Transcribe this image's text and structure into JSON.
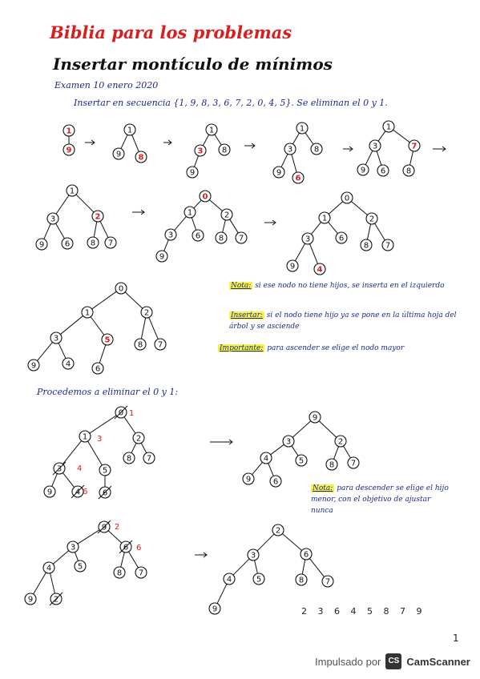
{
  "title": "Biblia para los problemas",
  "subtitle": "Insertar montículo de mínimos",
  "exam_date": "Examen 10 enero 2020",
  "sequence_text": "Insertar en secuencia {1, 9, 8, 3, 6, 7, 2, 0, 4, 5}. Se eliminan el 0 y 1.",
  "proceed_text": "Procedemos a eliminar el 0 y 1:",
  "notes": {
    "nota1_label": "Nota:",
    "nota1_text": "si ese nodo no tiene hijos, se inserta en el izquierdo",
    "insertar_label": "Insertar:",
    "insertar_text": "si el nodo tiene hijo ya se pone en la última hoja del árbol y se asciende",
    "importante_label": "Importante:",
    "importante_text": "para ascender se elige el nodo mayor",
    "nota2_label": "Nota:",
    "nota2_text": "para descender se elige el hijo menor, con el objetivo de ajustar nunca"
  },
  "final_order": "2 3 6 4 5 8 7 9",
  "page_number": "1",
  "footer": {
    "powered_by": "Impulsado por",
    "logo_letters": "CS",
    "brand": "CamScanner"
  },
  "colors": {
    "ink_blue": "#1a2a8a",
    "ink_red": "#d81e1e",
    "ink_black": "#111111",
    "highlight": "#f7f34a"
  },
  "annotations": {
    "six_one": "1",
    "three_mark": "3",
    "four_mark": "4",
    "six_mark": "6",
    "two_mark": "2",
    "six_two": "6"
  },
  "trees": [
    {
      "id": "t1",
      "nodes": [
        {
          "v": "1",
          "hl": true
        },
        {
          "v": "9",
          "hl": true
        }
      ]
    },
    {
      "id": "t2",
      "nodes": [
        {
          "v": "1"
        },
        {
          "v": "9"
        },
        {
          "v": "8",
          "hl": true
        }
      ]
    },
    {
      "id": "t3",
      "nodes": [
        {
          "v": "1"
        },
        {
          "v": "3",
          "hl": true
        },
        {
          "v": "8"
        },
        {
          "v": "9"
        }
      ]
    },
    {
      "id": "t4",
      "nodes": [
        {
          "v": "1"
        },
        {
          "v": "3"
        },
        {
          "v": "8"
        },
        {
          "v": "9"
        },
        {
          "v": "6",
          "hl": true
        }
      ]
    },
    {
      "id": "t5",
      "nodes": [
        {
          "v": "1"
        },
        {
          "v": "3"
        },
        {
          "v": "7",
          "hl": true
        },
        {
          "v": "9"
        },
        {
          "v": "6"
        },
        {
          "v": "8"
        }
      ]
    },
    {
      "id": "t6",
      "nodes": [
        {
          "v": "1"
        },
        {
          "v": "3"
        },
        {
          "v": "2",
          "hl": true
        },
        {
          "v": "9"
        },
        {
          "v": "6"
        },
        {
          "v": "8"
        },
        {
          "v": "7"
        }
      ]
    },
    {
      "id": "t7",
      "nodes": [
        {
          "v": "0",
          "hl": true
        },
        {
          "v": "1"
        },
        {
          "v": "2"
        },
        {
          "v": "3"
        },
        {
          "v": "6"
        },
        {
          "v": "8"
        },
        {
          "v": "7"
        },
        {
          "v": "9"
        }
      ]
    },
    {
      "id": "t8",
      "nodes": [
        {
          "v": "0"
        },
        {
          "v": "1"
        },
        {
          "v": "2"
        },
        {
          "v": "3"
        },
        {
          "v": "6"
        },
        {
          "v": "8"
        },
        {
          "v": "7"
        },
        {
          "v": "9"
        },
        {
          "v": "4",
          "hl": true
        }
      ]
    },
    {
      "id": "t9",
      "nodes": [
        {
          "v": "0"
        },
        {
          "v": "1"
        },
        {
          "v": "2"
        },
        {
          "v": "3"
        },
        {
          "v": "5",
          "hl": true
        },
        {
          "v": "8"
        },
        {
          "v": "7"
        },
        {
          "v": "9"
        },
        {
          "v": "4"
        },
        {
          "v": "6"
        }
      ]
    },
    {
      "id": "t10",
      "nodes": [
        {
          "v": "0"
        },
        {
          "v": "1"
        },
        {
          "v": "2"
        },
        {
          "v": "3"
        },
        {
          "v": "5"
        },
        {
          "v": "8"
        },
        {
          "v": "7"
        },
        {
          "v": "9"
        },
        {
          "v": "4"
        },
        {
          "v": "6"
        }
      ]
    },
    {
      "id": "t11",
      "nodes": [
        {
          "v": "9"
        },
        {
          "v": "3"
        },
        {
          "v": "2"
        },
        {
          "v": "4"
        },
        {
          "v": "5"
        },
        {
          "v": "8"
        },
        {
          "v": "7"
        },
        {
          "v": "9"
        },
        {
          "v": "6"
        }
      ]
    },
    {
      "id": "t12",
      "nodes": [
        {
          "v": "9"
        },
        {
          "v": "3"
        },
        {
          "v": "6"
        },
        {
          "v": "4"
        },
        {
          "v": "5"
        },
        {
          "v": "8"
        },
        {
          "v": "7"
        },
        {
          "v": "9"
        },
        {
          "v": "2"
        }
      ]
    },
    {
      "id": "t13",
      "nodes": [
        {
          "v": "2"
        },
        {
          "v": "3"
        },
        {
          "v": "6"
        },
        {
          "v": "4"
        },
        {
          "v": "5"
        },
        {
          "v": "8"
        },
        {
          "v": "7"
        },
        {
          "v": "9"
        }
      ]
    }
  ]
}
